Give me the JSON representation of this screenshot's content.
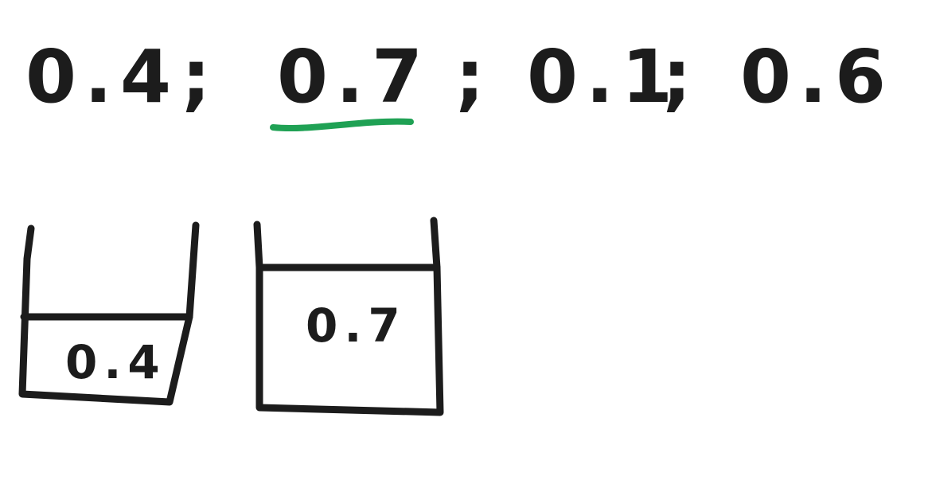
{
  "sequence": {
    "items": [
      {
        "value": "0.4"
      },
      {
        "value": "0.7"
      },
      {
        "value": "0.1"
      },
      {
        "value": "0.6"
      }
    ],
    "separator": ";",
    "highlighted_index": 1
  },
  "bins": [
    {
      "label": "0.4",
      "fill_level": 0.4
    },
    {
      "label": "0.7",
      "fill_level": 0.7
    }
  ],
  "colors": {
    "ink": "#1c1c1c",
    "highlight": "#1fa154",
    "background": "#ffffff"
  }
}
